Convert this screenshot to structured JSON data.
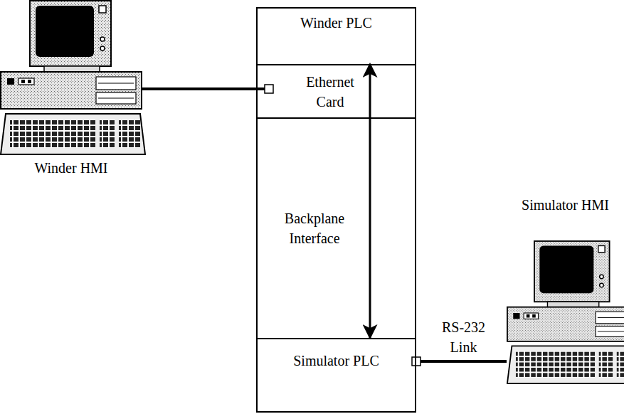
{
  "diagram": {
    "nodes": [
      {
        "text": [
          "Winder HMI"
        ]
      },
      {
        "text": [
          "Winder PLC"
        ]
      },
      {
        "text": [
          "Ethernet Card"
        ]
      },
      {
        "text": [
          "Backplane Interface"
        ]
      },
      {
        "text": [
          "Simulator PLC"
        ]
      },
      {
        "text": [
          "Simulator HMI"
        ]
      }
    ],
    "edges": [
      {
        "from": 0,
        "to": 2,
        "arrow": "none"
      },
      {
        "from": 4,
        "to": 5,
        "label": "RS-232 Link",
        "arrow": "none"
      },
      {
        "from": 1,
        "to": 4,
        "arrow": "both"
      }
    ]
  }
}
